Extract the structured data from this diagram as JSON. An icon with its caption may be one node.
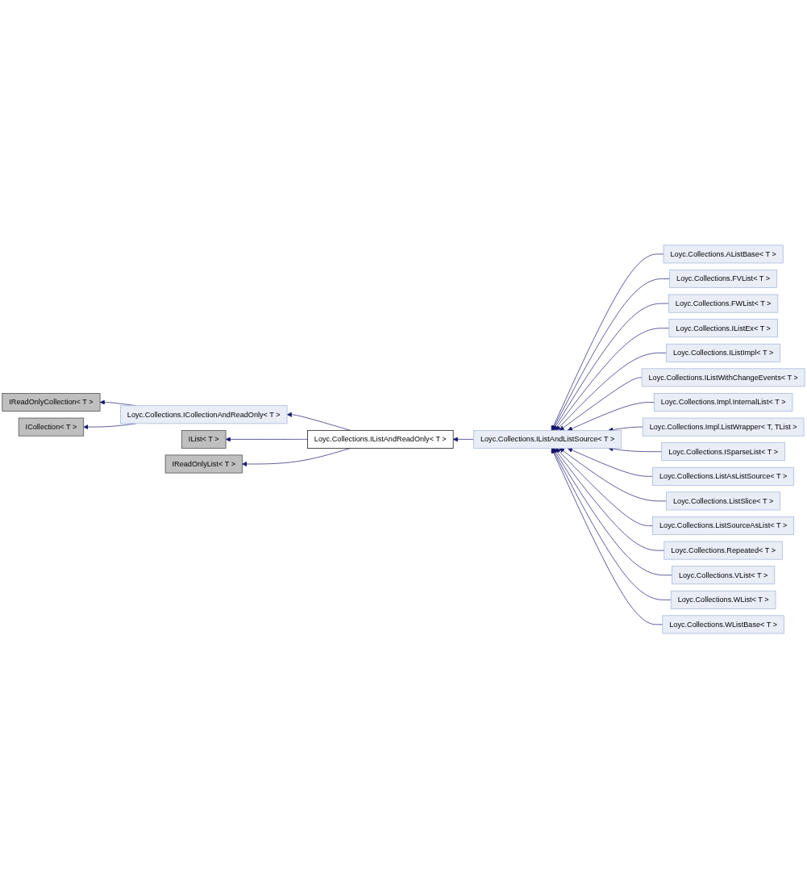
{
  "diagram": {
    "nodes": [
      {
        "text": [
          "IReadOnlyCollection< T >"
        ]
      },
      {
        "text": [
          "ICollection< T >"
        ]
      },
      {
        "text": [
          "Loyc.Collections.ICollectionAndReadOnly< T >"
        ]
      },
      {
        "text": [
          "IList< T >"
        ]
      },
      {
        "text": [
          "IReadOnlyList< T >"
        ]
      },
      {
        "text": [
          "Loyc.Collections.IListAndReadOnly< T >"
        ]
      },
      {
        "text": [
          "Loyc.Collections.IListAndListSource< T >"
        ]
      },
      {
        "text": [
          "Loyc.Collections.AListBase< T >"
        ]
      },
      {
        "text": [
          "Loyc.Collections.FVList< T >"
        ]
      },
      {
        "text": [
          "Loyc.Collections.FWList< T >"
        ]
      },
      {
        "text": [
          "Loyc.Collections.IListEx< T >"
        ]
      },
      {
        "text": [
          "Loyc.Collections.IListImpl< T >"
        ]
      },
      {
        "text": [
          "Loyc.Collections.IListWithChangeEvents< T >"
        ]
      },
      {
        "text": [
          "Loyc.Collections.Impl.InternalList< T >"
        ]
      },
      {
        "text": [
          "Loyc.Collections.Impl.ListWrapper< T, TList >"
        ]
      },
      {
        "text": [
          "Loyc.Collections.ISparseList< T >"
        ]
      },
      {
        "text": [
          "Loyc.Collections.ListAsListSource< T >"
        ]
      },
      {
        "text": [
          "Loyc.Collections.ListSlice< T >"
        ]
      },
      {
        "text": [
          "Loyc.Collections.ListSourceAsList< T >"
        ]
      },
      {
        "text": [
          "Loyc.Collections.Repeated< T >"
        ]
      },
      {
        "text": [
          "Loyc.Collections.VList< T >"
        ]
      },
      {
        "text": [
          "Loyc.Collections.WList< T >"
        ]
      },
      {
        "text": [
          "Loyc.Collections.WListBase< T >"
        ]
      }
    ],
    "edges": [
      {
        "from": 2,
        "to": 0,
        "arrow": "to"
      },
      {
        "from": 2,
        "to": 1,
        "arrow": "to"
      },
      {
        "from": 5,
        "to": 2,
        "arrow": "to"
      },
      {
        "from": 5,
        "to": 3,
        "arrow": "to"
      },
      {
        "from": 5,
        "to": 4,
        "arrow": "to"
      },
      {
        "from": 6,
        "to": 5,
        "arrow": "to"
      },
      {
        "from": 7,
        "to": 6,
        "arrow": "to"
      },
      {
        "from": 8,
        "to": 6,
        "arrow": "to"
      },
      {
        "from": 9,
        "to": 6,
        "arrow": "to"
      },
      {
        "from": 10,
        "to": 6,
        "arrow": "to"
      },
      {
        "from": 11,
        "to": 6,
        "arrow": "to"
      },
      {
        "from": 12,
        "to": 6,
        "arrow": "to"
      },
      {
        "from": 13,
        "to": 6,
        "arrow": "to"
      },
      {
        "from": 14,
        "to": 6,
        "arrow": "to"
      },
      {
        "from": 15,
        "to": 6,
        "arrow": "to"
      },
      {
        "from": 16,
        "to": 6,
        "arrow": "to"
      },
      {
        "from": 17,
        "to": 6,
        "arrow": "to"
      },
      {
        "from": 18,
        "to": 6,
        "arrow": "to"
      },
      {
        "from": 19,
        "to": 6,
        "arrow": "to"
      },
      {
        "from": 20,
        "to": 6,
        "arrow": "to"
      },
      {
        "from": 21,
        "to": 6,
        "arrow": "to"
      },
      {
        "from": 22,
        "to": 6,
        "arrow": "to"
      }
    ]
  }
}
